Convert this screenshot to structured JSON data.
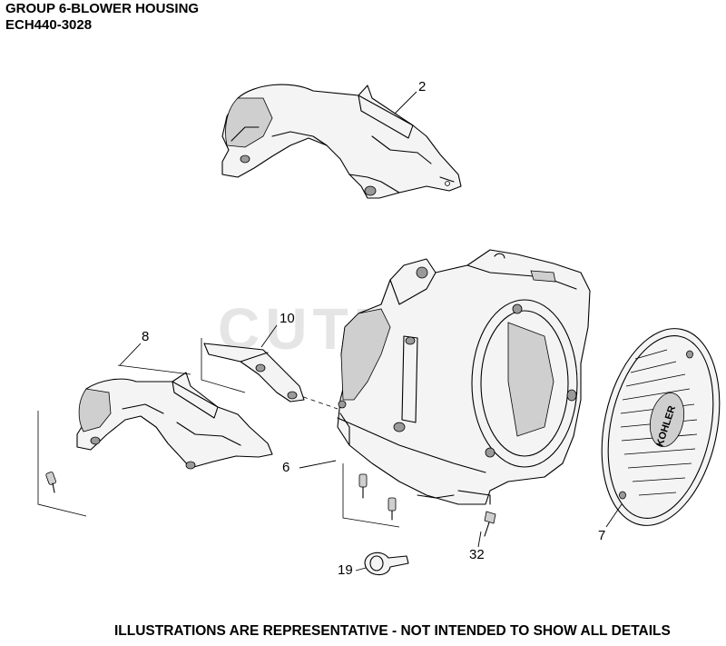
{
  "header": {
    "title_line1": "GROUP 6-BLOWER HOUSING",
    "title_line2": "ECH440-3028"
  },
  "watermark": "CUTLERS",
  "brand_text": "KOHLER",
  "callouts": {
    "c2": "2",
    "c10": "10",
    "c8": "8",
    "c6": "6",
    "c7": "7",
    "c32": "32",
    "c19": "19"
  },
  "footer": "ILLUSTRATIONS ARE REPRESENTATIVE - NOT INTENDED TO SHOW ALL DETAILS"
}
